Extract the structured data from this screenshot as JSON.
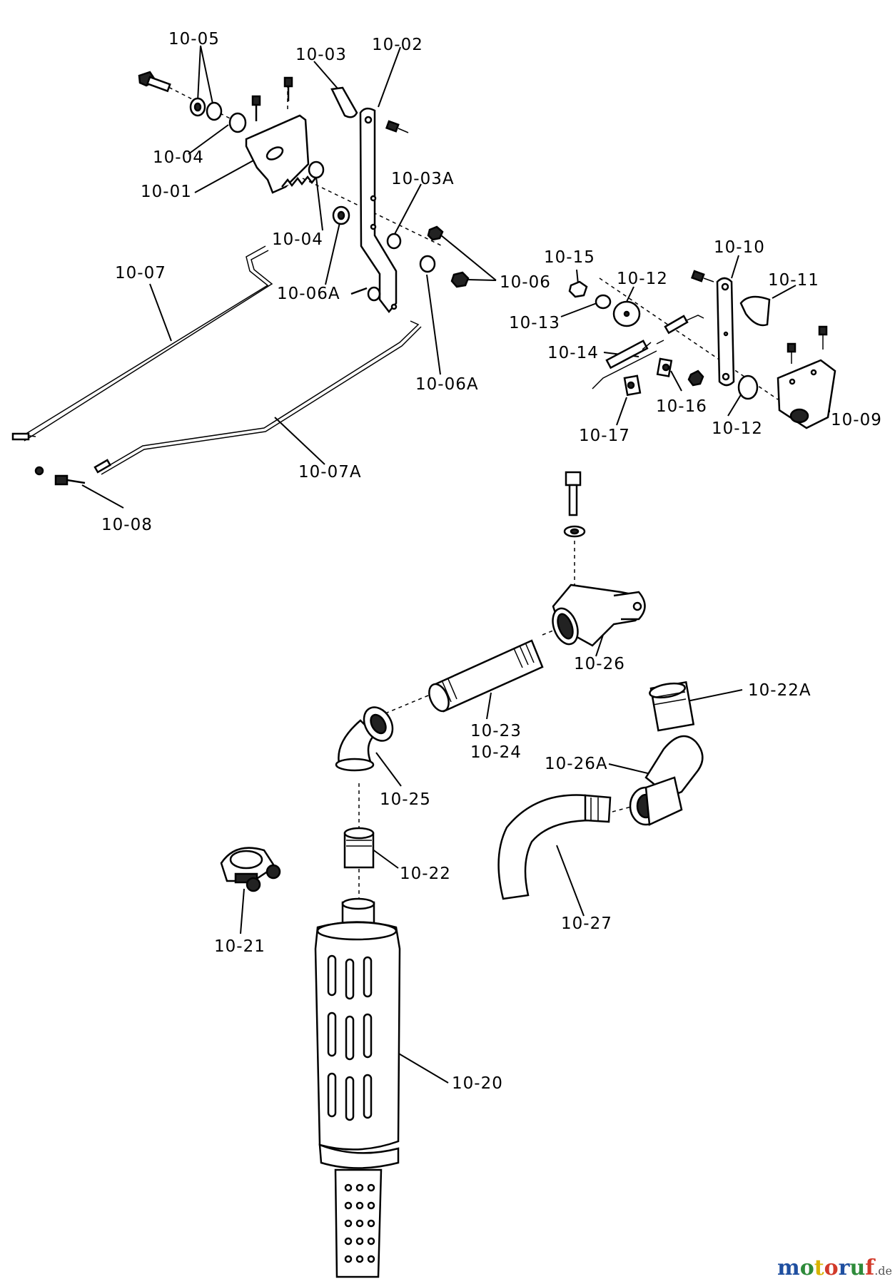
{
  "labels": {
    "l_10_05": "10-05",
    "l_10_03": "10-03",
    "l_10_02": "10-02",
    "l_10_04a": "10-04",
    "l_10_01": "10-01",
    "l_10_03a": "10-03A",
    "l_10_04b": "10-04",
    "l_10_07": "10-07",
    "l_10_06a_left": "10-06A",
    "l_10_06": "10-06",
    "l_10_06a_right": "10-06A",
    "l_10_15": "10-15",
    "l_10_10": "10-10",
    "l_10_12a": "10-12",
    "l_10_11": "10-11",
    "l_10_13": "10-13",
    "l_10_14": "10-14",
    "l_10_16": "10-16",
    "l_10_12b": "10-12",
    "l_10_09": "10-09",
    "l_10_17": "10-17",
    "l_10_07a": "10-07A",
    "l_10_08": "10-08",
    "l_10_26": "10-26",
    "l_10_22a": "10-22A",
    "l_10_23": "10-23",
    "l_10_24": "10-24",
    "l_10_26a": "10-26A",
    "l_10_25": "10-25",
    "l_10_22": "10-22",
    "l_10_21": "10-21",
    "l_10_27": "10-27",
    "l_10_20": "10-20"
  },
  "watermark": {
    "brand": "motoruf",
    "tld": ".de",
    "colors": [
      "#1f4fa0",
      "#2e8b3a",
      "#d8b400",
      "#d23a2a",
      "#1f4fa0",
      "#2e8b3a",
      "#d23a2a"
    ]
  }
}
